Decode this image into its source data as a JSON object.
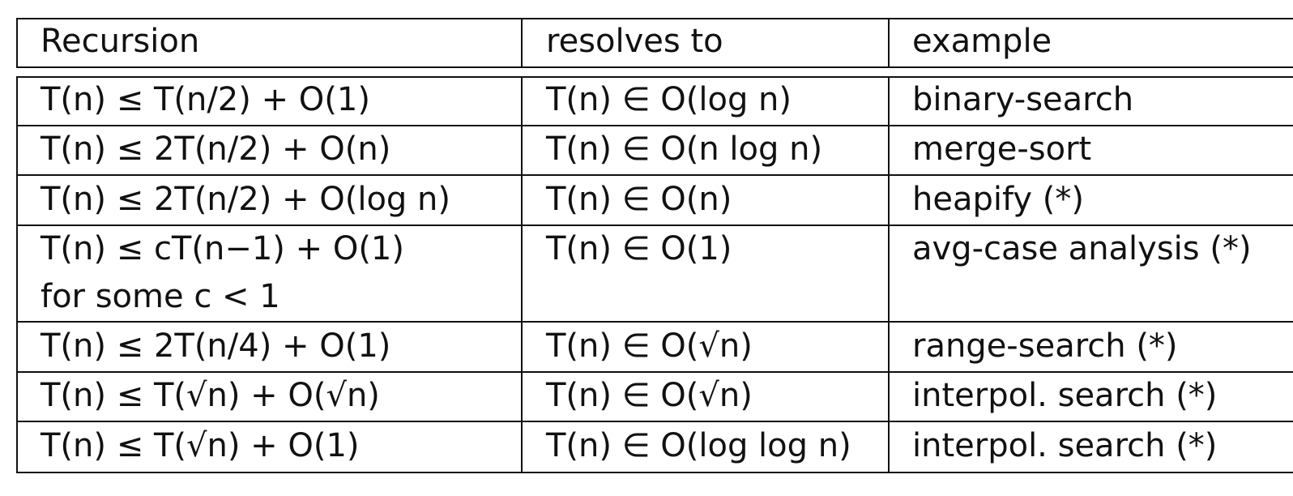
{
  "header": {
    "recursion": "Recursion",
    "resolves": "resolves to",
    "example": "example"
  },
  "rows": [
    {
      "recursion": "T(n) ≤ T(n/2) + O(1)",
      "resolves": "T(n) ∈ O(log n)",
      "example": "binary-search"
    },
    {
      "recursion": "T(n) ≤ 2T(n/2) + O(n)",
      "resolves": "T(n) ∈ O(n log n)",
      "example": "merge-sort"
    },
    {
      "recursion": "T(n) ≤ 2T(n/2) + O(log n)",
      "resolves": "T(n) ∈ O(n)",
      "example": "heapify (*)"
    },
    {
      "recursion": "T(n) ≤ cT(n−1) + O(1)",
      "recursion_note": "for some c < 1",
      "resolves": "T(n) ∈ O(1)",
      "example": "avg-case analysis (*)"
    },
    {
      "recursion": "T(n) ≤ 2T(n/4) + O(1)",
      "resolves": "T(n) ∈ O(√n)",
      "example": "range-search (*)"
    },
    {
      "recursion": "T(n) ≤ T(√n) + O(√n)",
      "resolves": "T(n) ∈ O(√n)",
      "example": "interpol. search (*)"
    },
    {
      "recursion": "T(n) ≤ T(√n) + O(1)",
      "resolves": "T(n) ∈ O(log log n)",
      "example": "interpol. search (*)"
    }
  ]
}
